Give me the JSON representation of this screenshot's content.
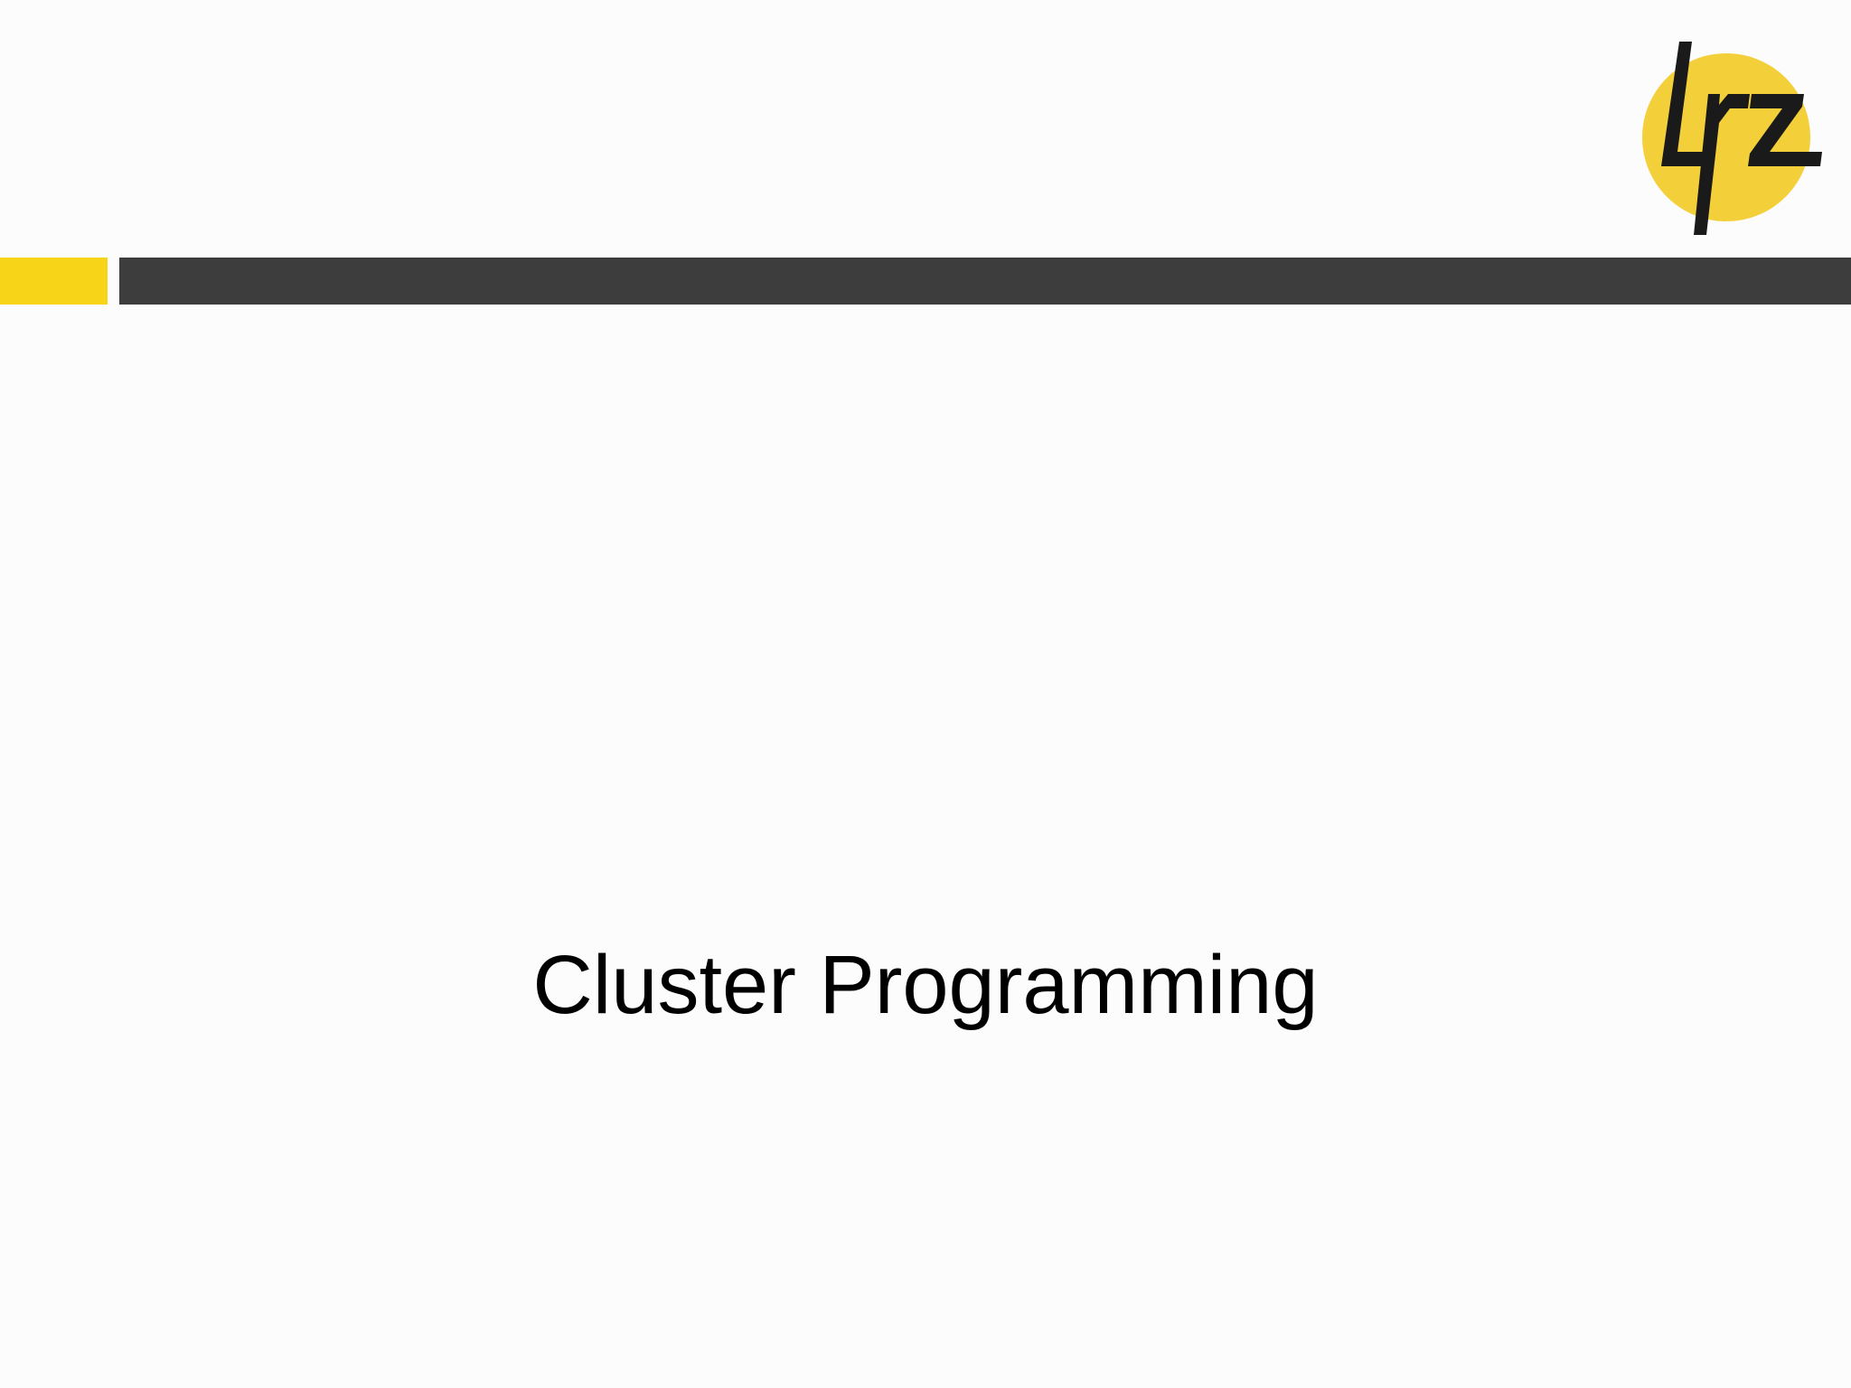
{
  "slide": {
    "title": "Cluster Programming"
  },
  "logo": {
    "text": "lrz",
    "icon": "lrz-logo"
  },
  "colors": {
    "background": "#fcfcfc",
    "accent": "#f7d417",
    "bar": "#3d3d3d",
    "logo_circle": "#f3cf3a",
    "logo_ink": "#1a1a1a",
    "text": "#000000"
  }
}
